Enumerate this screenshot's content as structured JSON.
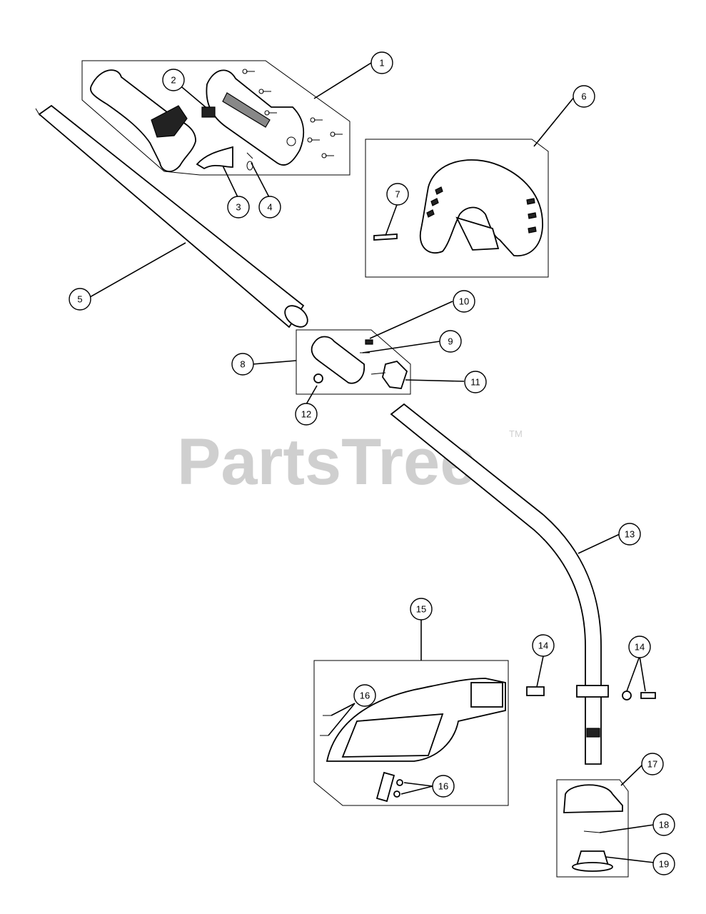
{
  "watermark": {
    "text": "PartsTree",
    "trademark": "TM"
  },
  "callouts": [
    {
      "key": "c1",
      "label": "1"
    },
    {
      "key": "c2",
      "label": "2"
    },
    {
      "key": "c3",
      "label": "3"
    },
    {
      "key": "c4",
      "label": "4"
    },
    {
      "key": "c5",
      "label": "5"
    },
    {
      "key": "c6",
      "label": "6"
    },
    {
      "key": "c7",
      "label": "7"
    },
    {
      "key": "c8",
      "label": "8"
    },
    {
      "key": "c9",
      "label": "9"
    },
    {
      "key": "c10",
      "label": "10"
    },
    {
      "key": "c11",
      "label": "11"
    },
    {
      "key": "c12",
      "label": "12"
    },
    {
      "key": "c13",
      "label": "13"
    },
    {
      "key": "c14a",
      "label": "14"
    },
    {
      "key": "c14b",
      "label": "14"
    },
    {
      "key": "c15",
      "label": "15"
    },
    {
      "key": "c16a",
      "label": "16"
    },
    {
      "key": "c16b",
      "label": "16"
    },
    {
      "key": "c17",
      "label": "17"
    },
    {
      "key": "c18",
      "label": "18"
    },
    {
      "key": "c19",
      "label": "19"
    }
  ],
  "colors": {
    "line": "#000000",
    "background": "#ffffff",
    "watermark": "#cfcfcf"
  }
}
